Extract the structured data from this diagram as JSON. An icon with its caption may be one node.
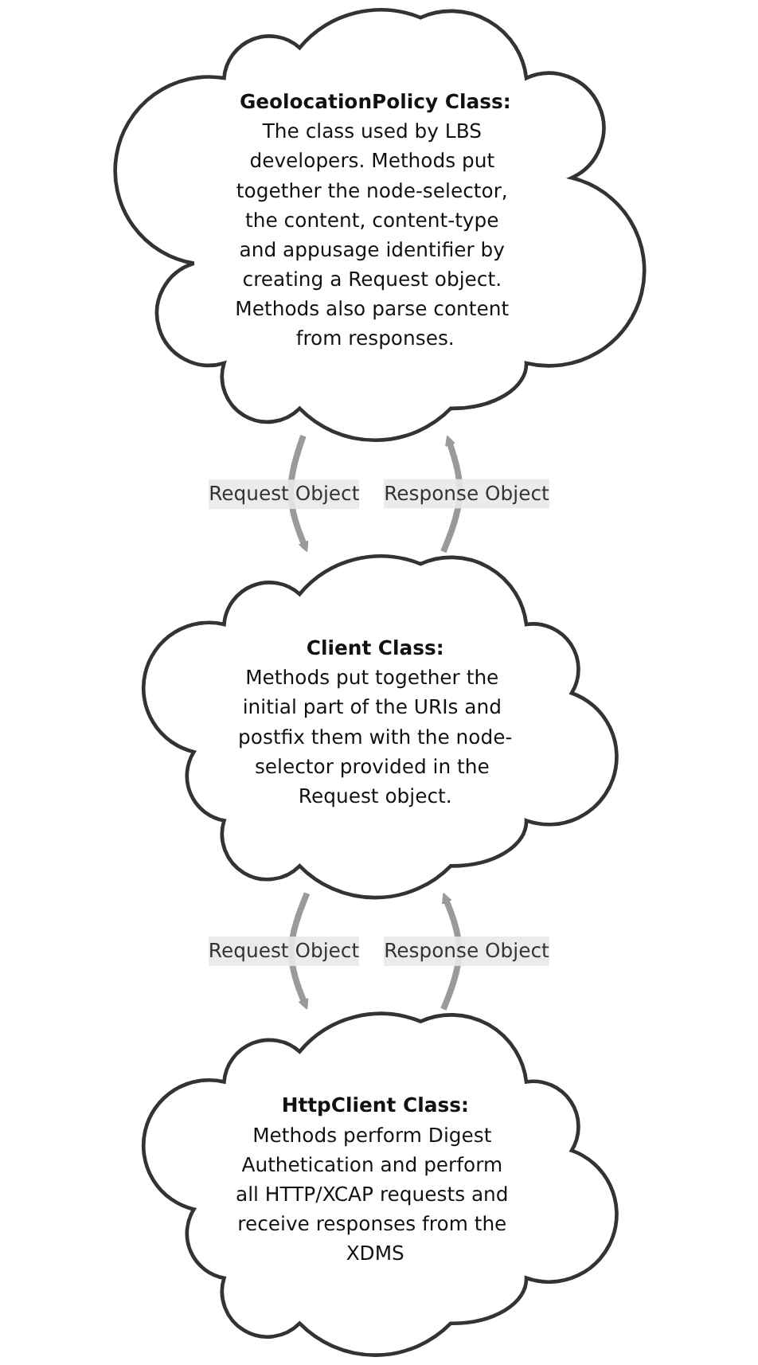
{
  "diagram": {
    "nodes": [
      {
        "text": [
          "GeolocationPolicy Class:",
          "The class used by LBS developers. Methods put together the node-selector, the content, content-type and appusage identifier by creating a Request object. Methods also parse content from responses."
        ]
      },
      {
        "text": [
          "Client Class:",
          "Methods put together the initial part of the URIs and postfix them with the node-selector provided in the Request object."
        ]
      },
      {
        "text": [
          "HttpClient Class:",
          "Methods perform Digest Authetication and perform all HTTP/XCAP requests and receive responses from the XDMS"
        ]
      }
    ],
    "edges": [
      {
        "from": 0,
        "to": 1,
        "arrow": "to",
        "label": "Request Object"
      },
      {
        "from": 1,
        "to": 0,
        "arrow": "to",
        "label": "Response Object"
      },
      {
        "from": 1,
        "to": 2,
        "arrow": "to",
        "label": "Request Object"
      },
      {
        "from": 2,
        "to": 1,
        "arrow": "to",
        "label": "Response Object"
      }
    ]
  }
}
